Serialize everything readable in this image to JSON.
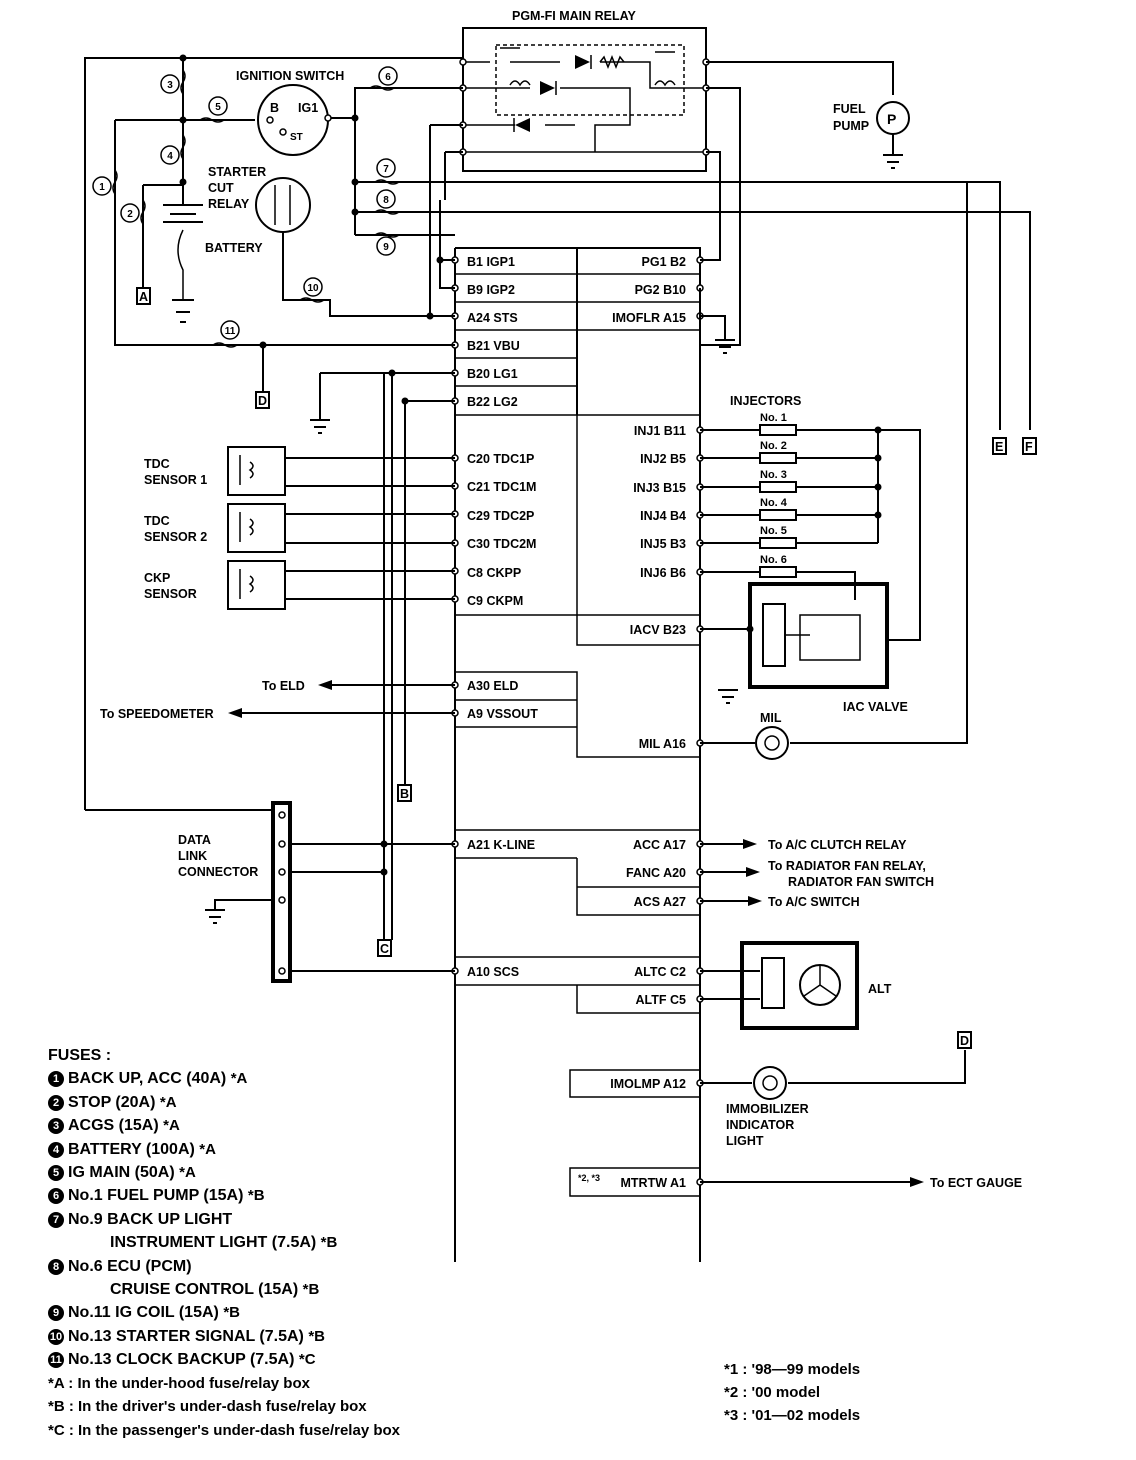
{
  "relay": {
    "title": "PGM-FI MAIN RELAY"
  },
  "components": {
    "ignition_switch": "IGNITION SWITCH",
    "ig_b": "B",
    "ig_ig1": "IG1",
    "ig_st": "ST",
    "starter_cut": [
      "STARTER",
      "CUT",
      "RELAY"
    ],
    "battery": "BATTERY",
    "fuel_pump": [
      "FUEL",
      "PUMP"
    ],
    "pump_symbol": "P",
    "tdc1": [
      "TDC",
      "SENSOR 1"
    ],
    "tdc2": [
      "TDC",
      "SENSOR 2"
    ],
    "ckp": [
      "CKP",
      "SENSOR"
    ],
    "dlc": [
      "DATA",
      "LINK",
      "CONNECTOR"
    ],
    "injectors": "INJECTORS",
    "injector_numbers": [
      "No. 1",
      "No. 2",
      "No. 3",
      "No. 4",
      "No. 5",
      "No. 6"
    ],
    "iac_valve": "IAC VALVE",
    "mil": "MIL",
    "alt": "ALT",
    "immobilizer": [
      "IMMOBILIZER",
      "INDICATOR",
      "LIGHT"
    ]
  },
  "fuse_circles": [
    "1",
    "2",
    "3",
    "4",
    "5",
    "6",
    "7",
    "8",
    "9",
    "10",
    "11"
  ],
  "connectors": {
    "A": "A",
    "B": "B",
    "C": "C",
    "D": "D",
    "E": "E",
    "F": "F"
  },
  "ecm_left_pins": [
    "B1 IGP1",
    "B9 IGP2",
    "A24 STS",
    "B21 VBU",
    "B20 LG1",
    "B22 LG2",
    "C20 TDC1P",
    "C21 TDC1M",
    "C29 TDC2P",
    "C30 TDC2M",
    "C8 CKPP",
    "C9 CKPM",
    "A30 ELD",
    "A9 VSSOUT",
    "A21 K-LINE",
    "A10 SCS"
  ],
  "ecm_right_pins": [
    "PG1 B2",
    "PG2 B10",
    "IMOFLR A15",
    "INJ1 B11",
    "INJ2 B5",
    "INJ3 B15",
    "INJ4 B4",
    "INJ5 B3",
    "INJ6 B6",
    "IACV B23",
    "MIL A16",
    "ACC A17",
    "FANC A20",
    "ACS A27",
    "ALTC C2",
    "ALTF C5",
    "IMOLMP A12"
  ],
  "mtrtw": {
    "prefix": "*2, *3",
    "label": "MTRTW A1"
  },
  "destinations": {
    "eld": "To ELD",
    "speedometer": "To SPEEDOMETER",
    "ac_clutch": "To A/C CLUTCH RELAY",
    "radiator_1": "To RADIATOR FAN RELAY,",
    "radiator_2": "RADIATOR FAN SWITCH",
    "ac_switch": "To A/C SWITCH",
    "ect": "To ECT GAUGE"
  },
  "fuses": {
    "title": "FUSES :",
    "items": [
      {
        "n": "1",
        "text": "BACK UP, ACC (40A)",
        "loc": "*A"
      },
      {
        "n": "2",
        "text": "STOP  (20A)",
        "loc": "*A"
      },
      {
        "n": "3",
        "text": "ACGS (15A)",
        "loc": "*A"
      },
      {
        "n": "4",
        "text": "BATTERY (100A)",
        "loc": "*A"
      },
      {
        "n": "5",
        "text": "IG MAIN (50A)",
        "loc": "*A"
      },
      {
        "n": "6",
        "text": "No.1 FUEL PUMP (15A)",
        "loc": "*B"
      },
      {
        "n": "7",
        "text": "No.9 BACK UP LIGHT",
        "loc": ""
      },
      {
        "n": "",
        "text": "INSTRUMENT LIGHT (7.5A)",
        "loc": "*B"
      },
      {
        "n": "8",
        "text": "No.6 ECU (PCM)",
        "loc": ""
      },
      {
        "n": "",
        "text": "CRUISE CONTROL (15A)",
        "loc": "*B"
      },
      {
        "n": "9",
        "text": "No.11 IG COIL (15A)",
        "loc": "*B"
      },
      {
        "n": "10",
        "text": "No.13 STARTER SIGNAL (7.5A)",
        "loc": "*B"
      },
      {
        "n": "11",
        "text": "No.13 CLOCK BACKUP (7.5A)",
        "loc": "*C"
      }
    ],
    "locations": [
      "*A : In the under-hood fuse/relay box",
      "*B : In the driver's under-dash fuse/relay box",
      "*C : In the passenger's under-dash fuse/relay box"
    ]
  },
  "model_notes": [
    "*1 : '98—99 models",
    "*2 : '00 model",
    "*3 : '01—02 models"
  ]
}
